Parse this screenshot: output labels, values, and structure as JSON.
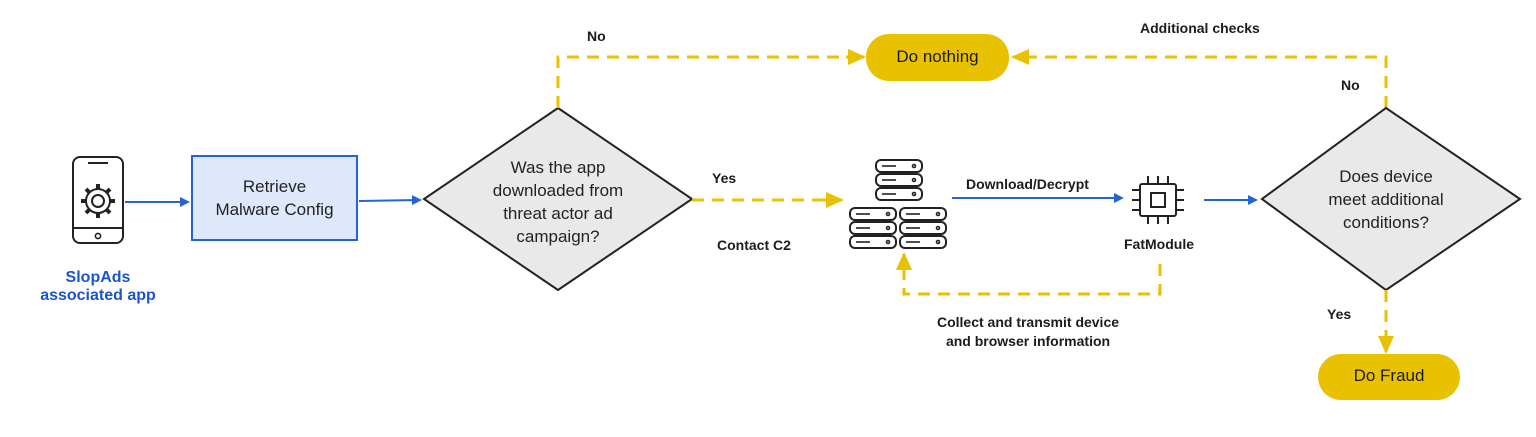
{
  "nodes": {
    "app_label_line1": "SlopAds",
    "app_label_line2": "associated app",
    "config_line1": "Retrieve",
    "config_line2": "Malware Config",
    "decision1_line1": "Was the app",
    "decision1_line2": "downloaded from",
    "decision1_line3": "threat actor ad",
    "decision1_line4": "campaign?",
    "do_nothing": "Do nothing",
    "fatmodule": "FatModule",
    "decision2_line1": "Does device",
    "decision2_line2": "meet additional",
    "decision2_line3": "conditions?",
    "do_fraud": "Do Fraud"
  },
  "edges": {
    "no_top": "No",
    "yes_c2": "Yes",
    "contact_c2": "Contact C2",
    "download_decrypt": "Download/Decrypt",
    "additional_checks": "Additional checks",
    "no_right": "No",
    "yes_fraud": "Yes",
    "collect_line1": "Collect and transmit device",
    "collect_line2": "and browser information"
  },
  "colors": {
    "blue": "#2563d9",
    "yellow": "#e8c100",
    "box_fill": "#dfe8fb",
    "diamond_fill": "#e9e9e9"
  }
}
